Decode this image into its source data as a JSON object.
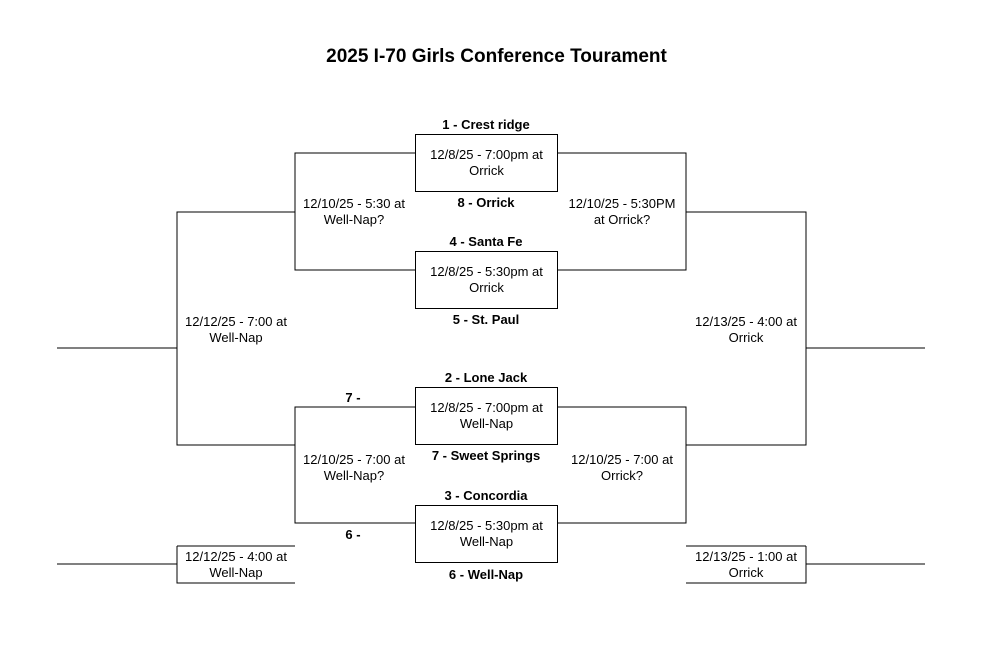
{
  "title": "2025 I-70 Girls Conference Tourament",
  "games": {
    "g1": "12/8/25 - 7:00pm at\nOrrick",
    "g2": "12/8/25 - 5:30pm at\nOrrick",
    "g3": "12/8/25 - 7:00pm at\nWell-Nap",
    "g4": "12/8/25 - 5:30pm at\nWell-Nap",
    "semi_left_top": "12/10/25 - 5:30 at\nWell-Nap?",
    "semi_right_top": "12/10/25 - 5:30PM\nat Orrick?",
    "semi_left_bottom": "12/10/25 - 7:00 at\nWell-Nap?",
    "semi_right_bottom": "12/10/25 - 7:00 at\nOrrick?",
    "final_left": "12/12/25 - 7:00 at\nWell-Nap",
    "final_right": "12/13/25 - 4:00 at\nOrrick",
    "consolation_left": "12/12/25 - 4:00 at\nWell-Nap",
    "consolation_right": "12/13/25 - 1:00 at\nOrrick"
  },
  "teams": {
    "t1": "1 - Crest ridge",
    "t8": "8 - Orrick",
    "t4": "4 - Santa Fe",
    "t5": "5 - St. Paul",
    "t2": "2 - Lone Jack",
    "t7": "7 - Sweet Springs",
    "t3": "3 - Concordia",
    "t6": "6 - Well-Nap",
    "seed7_slot": "7 -",
    "seed6_slot": "6 -"
  }
}
